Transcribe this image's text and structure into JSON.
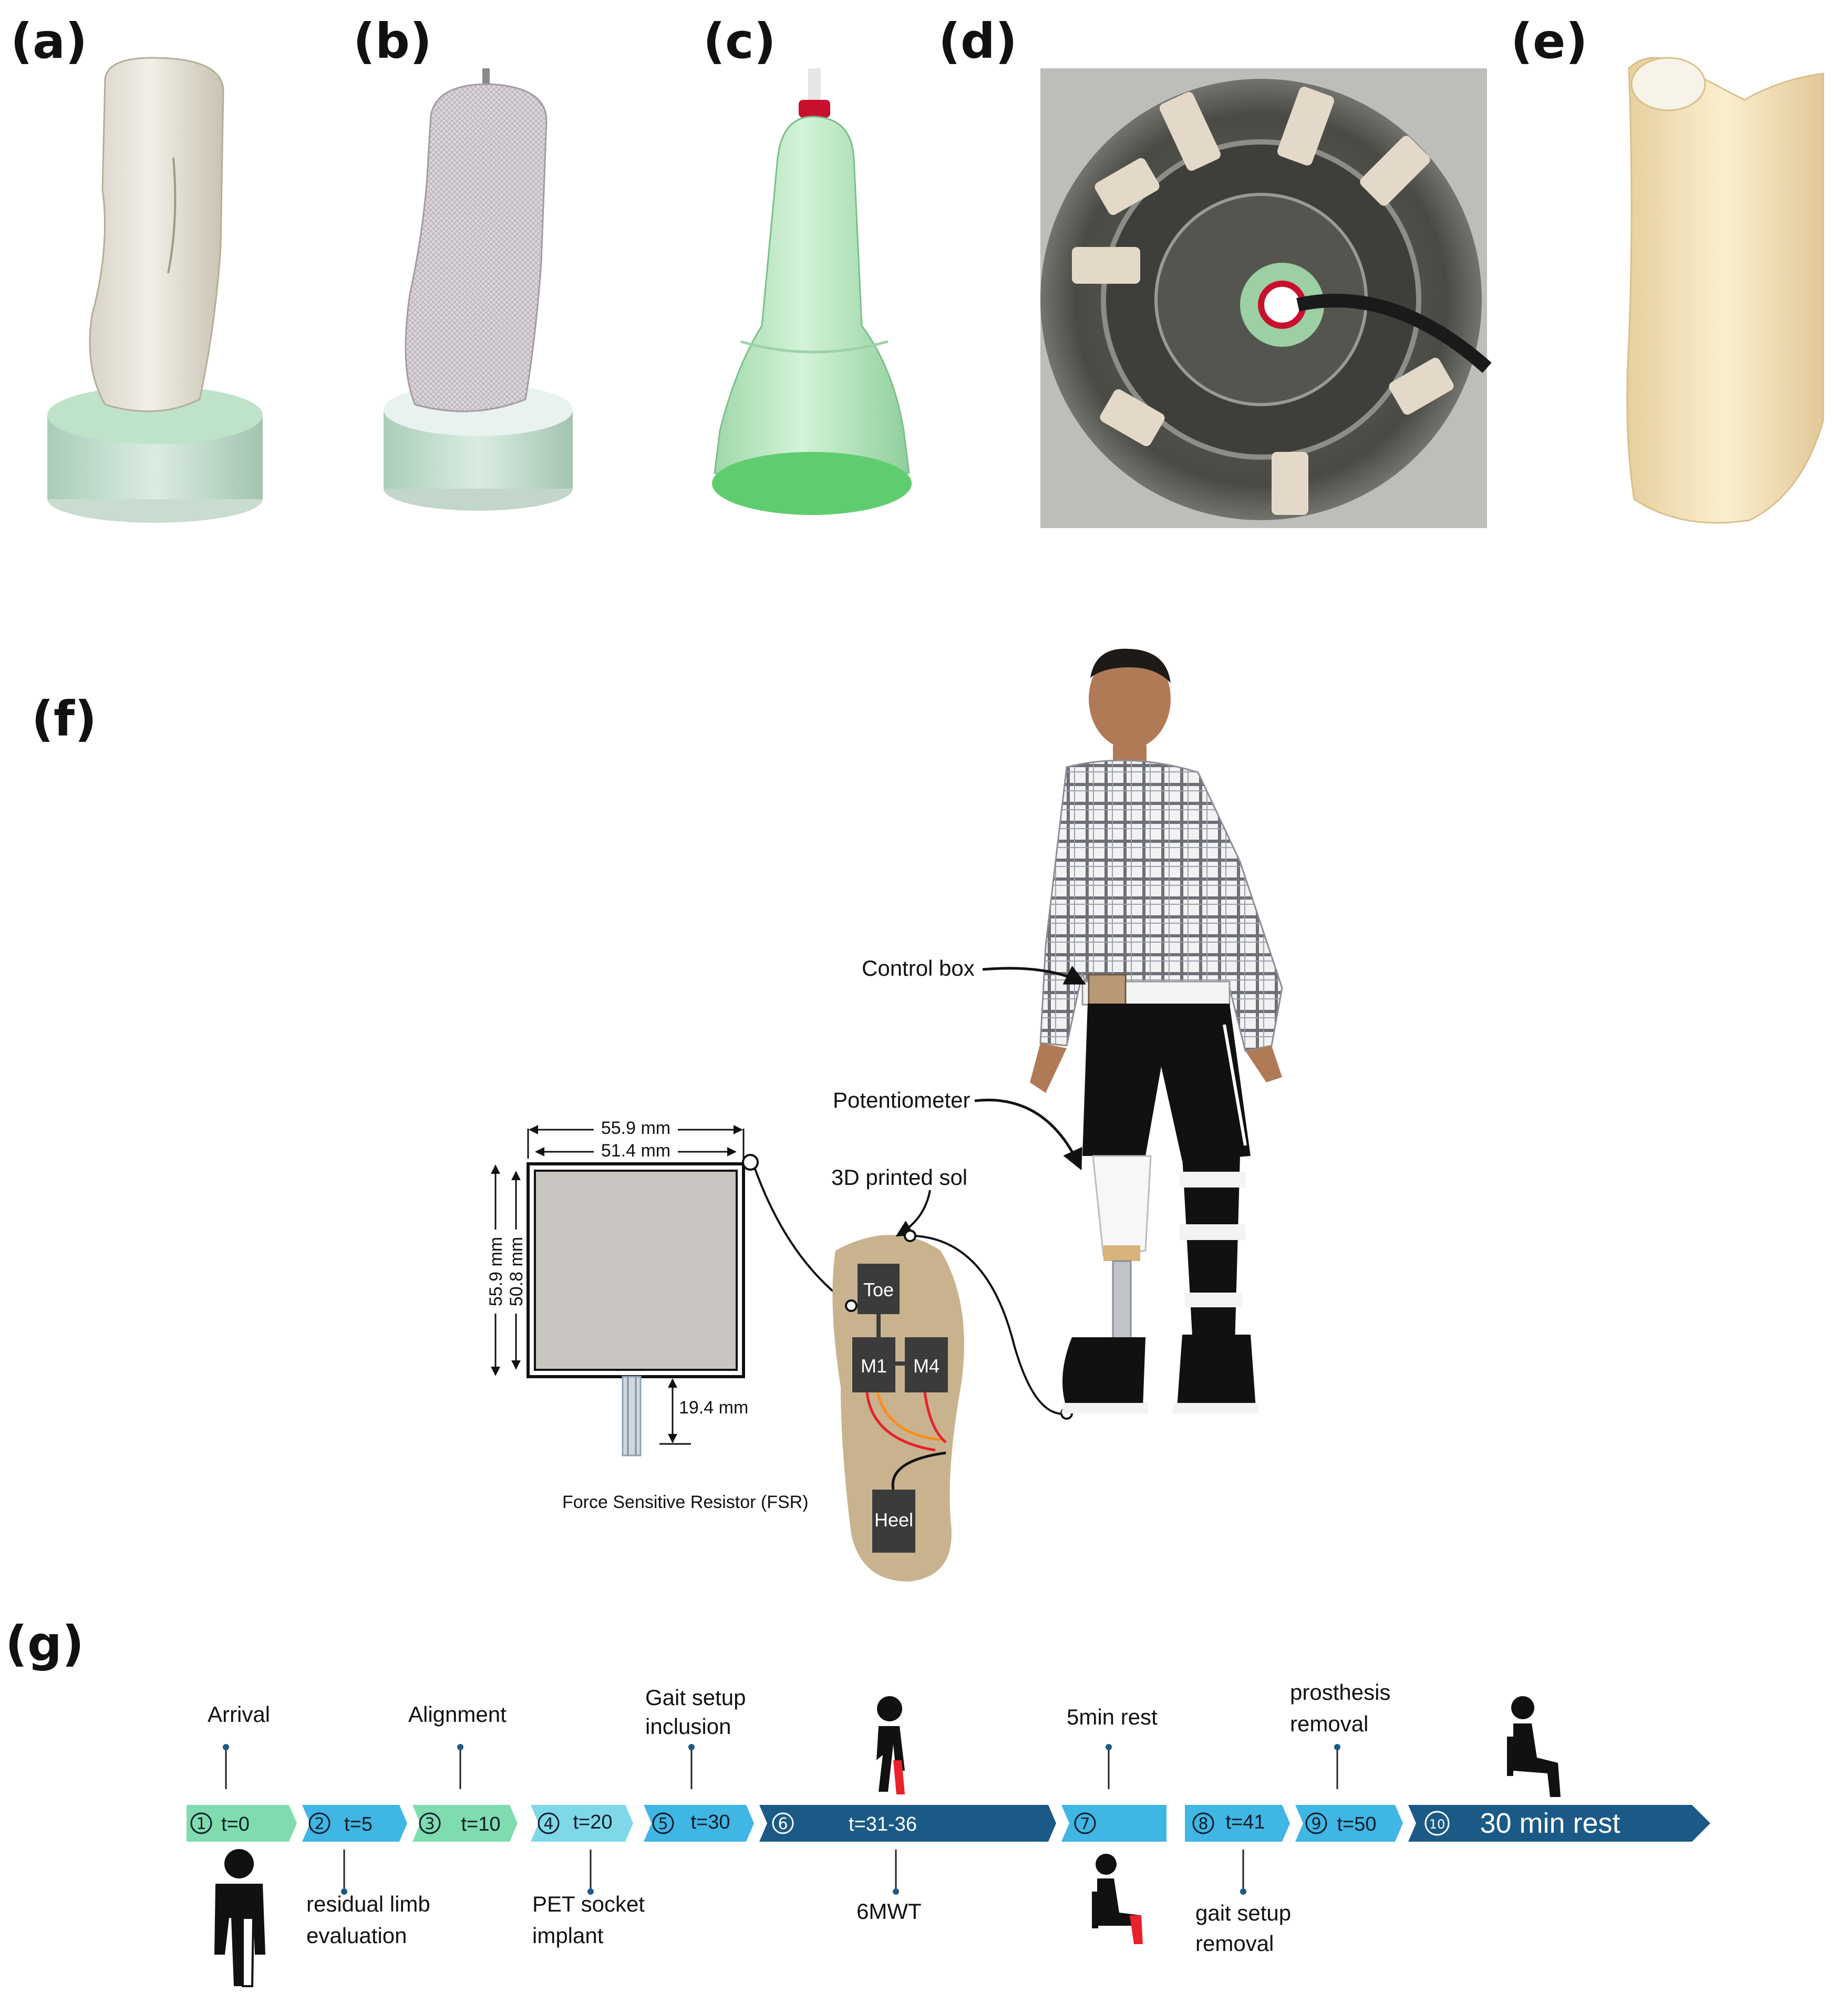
{
  "panels": {
    "a": "(a)",
    "b": "(b)",
    "c": "(c)",
    "d": "(d)",
    "e": "(e)",
    "f": "(f)",
    "g": "(g)"
  },
  "fsr": {
    "dim_outer_w": "55.9 mm",
    "dim_inner_w": "51.4 mm",
    "dim_outer_h": "55.9 mm",
    "dim_inner_h": "50.8 mm",
    "dim_tail": "19.4 mm",
    "caption": "Force Sensitive Resistor (FSR)"
  },
  "sole": {
    "title": "3D printed sol",
    "sensors": [
      "Toe",
      "M1",
      "M4",
      "Heel"
    ]
  },
  "person": {
    "control_box": "Control box",
    "potentiometer": "Potentiometer"
  },
  "timeline": {
    "steps": [
      {
        "num": "1",
        "time": "t=0"
      },
      {
        "num": "2",
        "time": "t=5"
      },
      {
        "num": "3",
        "time": "t=10"
      },
      {
        "num": "4",
        "time": "t=20"
      },
      {
        "num": "5",
        "time": "t=30"
      },
      {
        "num": "6",
        "time": "t=31-36"
      },
      {
        "num": "7",
        "time": ""
      },
      {
        "num": "8",
        "time": "t=41"
      },
      {
        "num": "9",
        "time": "t=50"
      },
      {
        "num": "10",
        "time": "30 min rest"
      }
    ],
    "above": {
      "arrival": "Arrival",
      "alignment": "Alignment",
      "gait_setup_1": "Gait setup",
      "gait_setup_2": "inclusion",
      "rest5": "5min rest",
      "prosthesis_1": "prosthesis",
      "prosthesis_2": "removal"
    },
    "below": {
      "residual_1": "residual limb",
      "residual_2": "evaluation",
      "pet_1": "PET socket",
      "pet_2": "implant",
      "sixmwt": "6MWT",
      "gait_removal_1": "gait setup",
      "gait_removal_2": "removal"
    }
  },
  "colors": {
    "mint": "#7fdcae",
    "sky": "#3fb6e3",
    "navy": "#1b5a86",
    "sole": "#c9b38f",
    "sensor": "#3b3b3b",
    "leg_red": "#e8212b"
  }
}
